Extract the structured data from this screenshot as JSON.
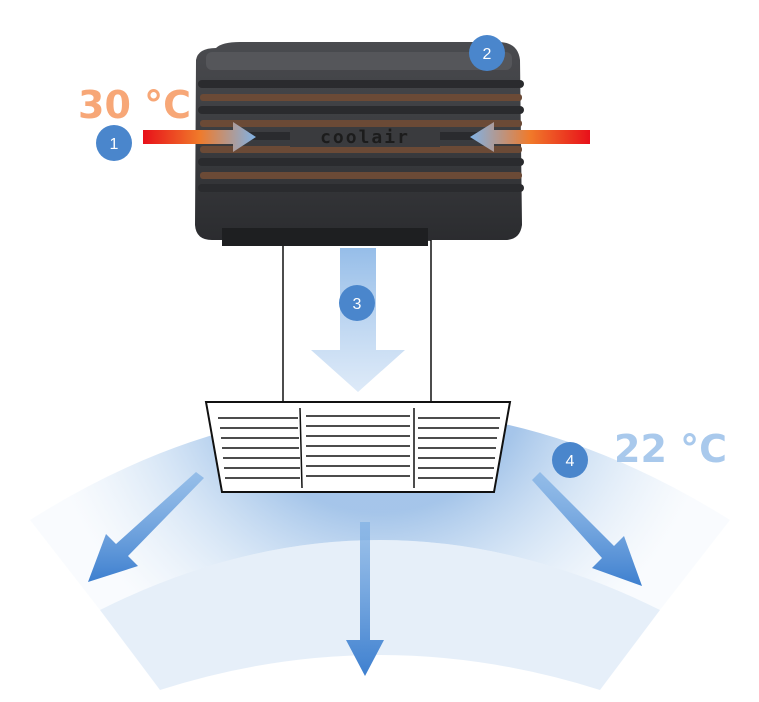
{
  "labels": {
    "inlet_temp": "30 °C",
    "outlet_temp": "22 °C"
  },
  "badges": [
    "1",
    "2",
    "3",
    "4"
  ],
  "brand": "coolair",
  "colors": {
    "hot": "#f7a777",
    "hot_arrow": "#e8371e",
    "cool": "#a9c9ec",
    "cool_arrow": "#5a94d6",
    "badge": "#4a86cc",
    "housing": "#3a3b3e"
  }
}
